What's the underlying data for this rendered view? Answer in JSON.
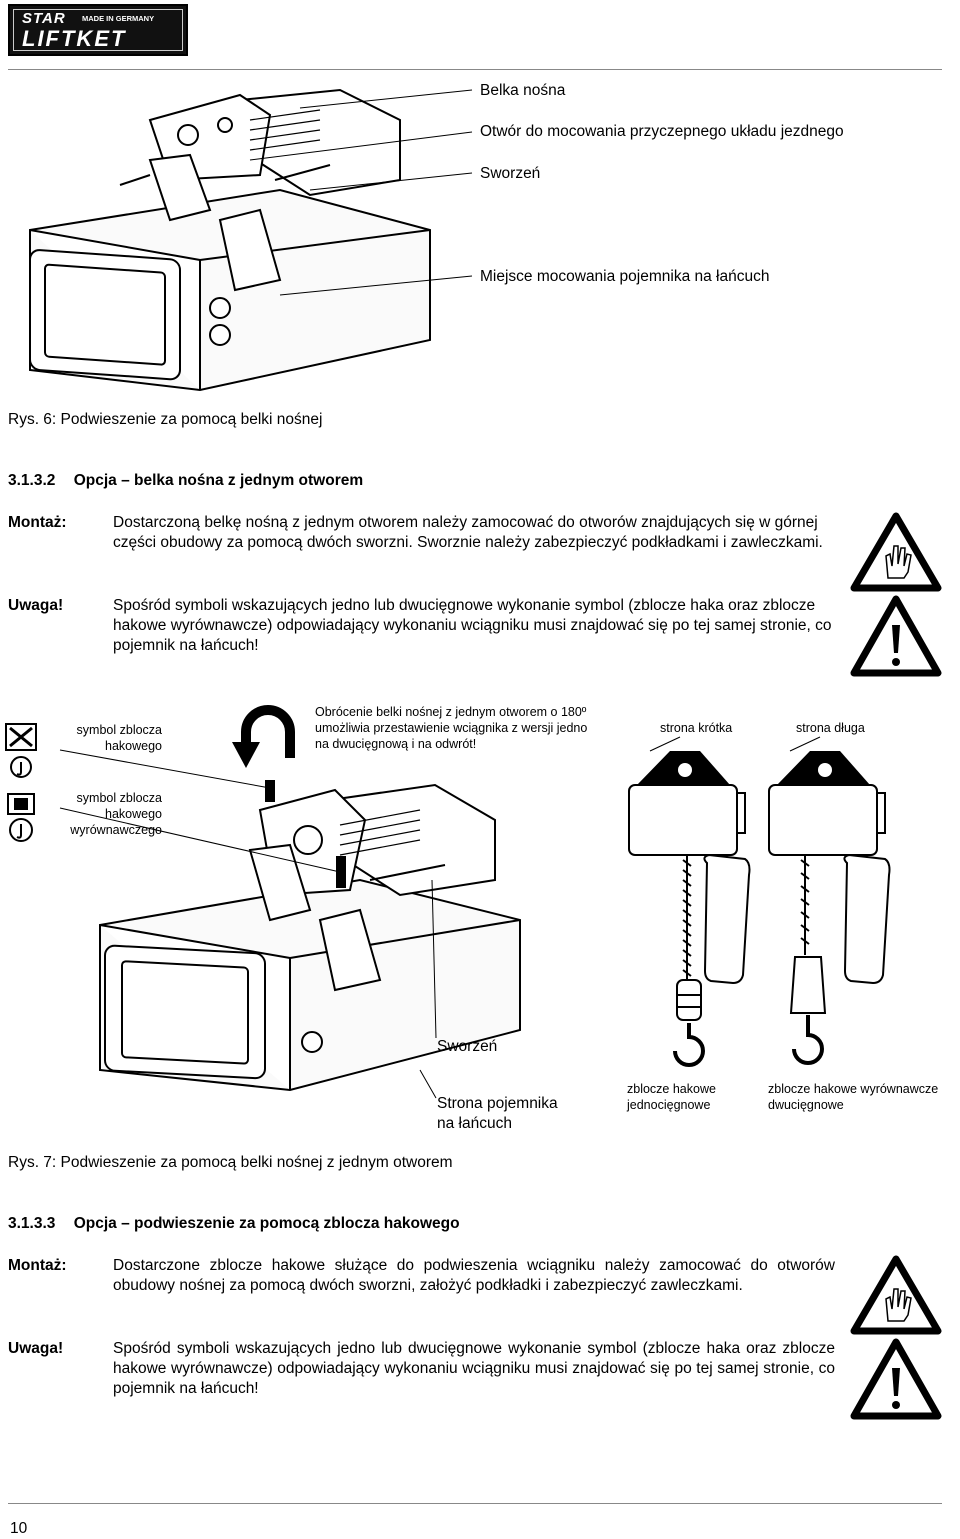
{
  "header": {
    "logo_top": "STAR",
    "logo_bottom": "LIFTKET",
    "logo_tag": "MADE IN GERMANY"
  },
  "figure6": {
    "labels": [
      "Belka nośna",
      "Otwór do mocowania przyczepnego układu jezdnego",
      "Sworzeń",
      "Miejsce mocowania pojemnika na łańcuch"
    ],
    "caption": "Rys. 6: Podwieszenie za pomocą belki nośnej"
  },
  "section_3132": {
    "heading_number": "3.1.3.2",
    "heading_title": "Opcja – belka nośna z jednym otworem",
    "montaz_label": "Montaż:",
    "montaz_text": "Dostarczoną belkę nośną z jednym otworem należy zamocować do otworów znajdujących się w górnej części obudowy za pomocą dwóch sworzni. Sworznie należy zabezpieczyć podkładkami i zawleczkami.",
    "uwaga_label": "Uwaga!",
    "uwaga_text": "Spośród symboli wskazujących jedno lub dwucięgnowe wykonanie symbol (zblocze haka oraz zblocze hakowe wyrównawcze) odpowiadający wykonaniu wciągniku musi znajdować się po tej samej stronie, co pojemnik na łańcuch!"
  },
  "figure7": {
    "symbol_hook_line1": "symbol zblocza",
    "symbol_hook_line2": "hakowego",
    "symbol_eq_line1": "symbol zblocza",
    "symbol_eq_line2": "hakowego",
    "symbol_eq_line3": "wyrównawczego",
    "rotation_note": "Obrócenie belki nośnej z jednym otworem o 180º umożliwia przestawienie wciągnika z wersji jedno na dwucięgnową i na odwrót!",
    "strona_krotka": "strona krótka",
    "strona_dluga": "strona długa",
    "sworzen": "Sworzeń",
    "strona_pojemnika_line1": "Strona pojemnika",
    "strona_pojemnika_line2": "na łańcuch",
    "single_fall_line1": "zblocze hakowe",
    "single_fall_line2": "jednocięgnowe",
    "double_fall_line1": "zblocze hakowe wyrównawcze",
    "double_fall_line2": "dwucięgnowe",
    "caption": "Rys. 7: Podwieszenie za pomocą belki nośnej z jednym otworem"
  },
  "section_3133": {
    "heading_number": "3.1.3.3",
    "heading_title": "Opcja – podwieszenie za pomocą zblocza hakowego",
    "montaz_label": "Montaż:",
    "montaz_text": "Dostarczone zblocze hakowe służące do podwieszenia wciągniku należy zamocować do otworów obudowy nośnej za pomocą dwóch sworzni, założyć podkładki i zabezpieczyć zawleczkami.",
    "uwaga_label": "Uwaga!",
    "uwaga_text": "Spośród symboli wskazujących jedno lub dwucięgnowe wykonanie symbol (zblocze haka oraz zblocze hakowe wyrównawcze) odpowiadający wykonaniu wciągniku musi znajdować się po tej samej stronie, co pojemnik na łańcuch!"
  },
  "footer": {
    "page_number": "10"
  },
  "icons": [
    "hand-warning-icon",
    "exclamation-warning-icon",
    "hook-block-symbol-icon",
    "equalizing-hook-symbol-icon",
    "rotate-arrow-icon"
  ]
}
